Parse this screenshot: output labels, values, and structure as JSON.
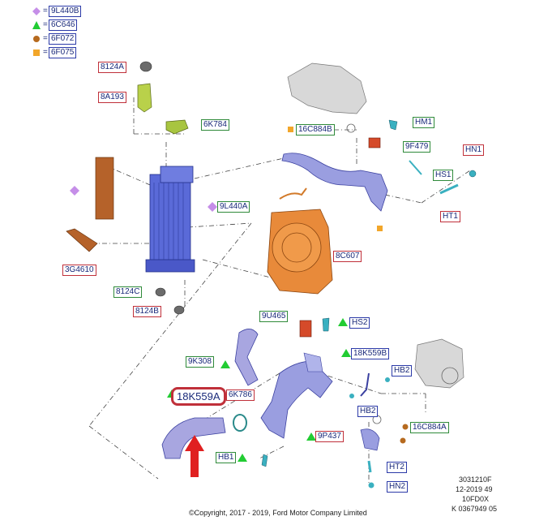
{
  "legend": [
    {
      "symbol": "diamond",
      "color": "#c58ee8",
      "code": "9L440B"
    },
    {
      "symbol": "triangle",
      "color": "#22cc33",
      "code": "6C646"
    },
    {
      "symbol": "circle",
      "color": "#b66a1f",
      "code": "6F072"
    },
    {
      "symbol": "square",
      "color": "#f2a62a",
      "code": "6F075"
    }
  ],
  "legend_eq": "=",
  "parts": {
    "p8124A": "8124A",
    "p8A193": "8A193",
    "p6K784": "6K784",
    "p16C884B": "16C884B",
    "pHM1": "HM1",
    "p9F479": "9F479",
    "pHN1": "HN1",
    "pHS1": "HS1",
    "pHT1": "HT1",
    "p9L440A": "9L440A",
    "p3G4610": "3G4610",
    "p8C607": "8C607",
    "p8124C": "8124C",
    "p8124B": "8124B",
    "p9U465": "9U465",
    "pHS2": "HS2",
    "p9K308": "9K308",
    "p18K559B": "18K559B",
    "pHB2a": "HB2",
    "pHB2b": "HB2",
    "p18K559A": "18K559A",
    "p6K786": "6K786",
    "p16C884A": "16C884A",
    "p9P437": "9P437",
    "pHB1": "HB1",
    "pHT2": "HT2",
    "pHN2": "HN2"
  },
  "footer": {
    "line1": "3031210F",
    "line2": "12-2019 49",
    "line3": "10FD0X",
    "line4": "K 0367949 05",
    "copyright": "©Copyright, 2017 - 2019, Ford Motor Company Limited"
  },
  "colors": {
    "red_border": "#c0303a",
    "green_border": "#2f8a3a",
    "blue_border": "#2b3aa8",
    "label_text": "#1a2a7a",
    "intercooler": "#5a6ad8",
    "pipe": "#9a9ee0",
    "orange_part": "#e88a3a",
    "brown_part": "#b5622a",
    "arrow": "#e02020"
  }
}
